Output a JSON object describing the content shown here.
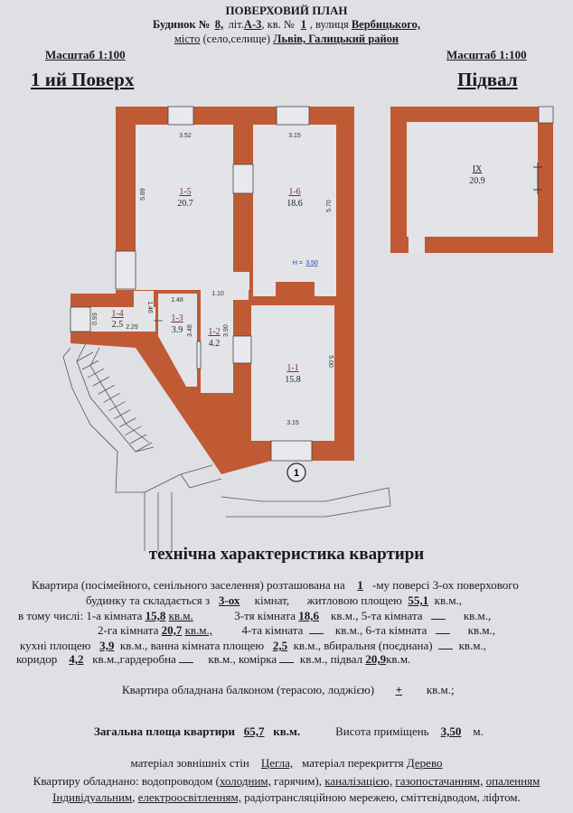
{
  "header": {
    "title": "ПОВЕРХОВИЙ ПЛАН",
    "house_label": "Будинок №",
    "house_no": "8,",
    "lit_label": "літ.",
    "lit": "А-3",
    "apt_label": ", кв. №",
    "apt_no": "1",
    "street_label": ", вулиця",
    "street": "Вербицького,",
    "city_label": "місто",
    "city_note": "(село,селище)",
    "city": "Львів, Галицький  район"
  },
  "left_plan": {
    "scale": "Масштаб 1:100",
    "title": "1 ий Поверх"
  },
  "right_plan": {
    "scale": "Масштаб 1:100",
    "title": "Підвал"
  },
  "plan": {
    "rooms": [
      {
        "id": "1-5",
        "area": "20.7"
      },
      {
        "id": "1-6",
        "area": "18.6"
      },
      {
        "id": "1-4",
        "area": "2.5"
      },
      {
        "id": "1-3",
        "area": "3.9"
      },
      {
        "id": "1-2",
        "area": "4.2"
      },
      {
        "id": "1-1",
        "area": "15.8"
      },
      {
        "id": "IX",
        "area": "20.9"
      }
    ],
    "dims": [
      "3.52",
      "3.15",
      "5.89",
      "5.70",
      "1.48",
      "1.10",
      "0.93",
      "1.46",
      "2.29",
      "3.48",
      "3.90",
      "5.00",
      "3.15"
    ],
    "height_label": "H = ",
    "height_value": "3.50",
    "entrance_marker": "1"
  },
  "spec": {
    "title": "технічна характеристика квартири",
    "l1a": "Квартира (посімейного, сенільного заселення) розташована на",
    "floor": "1",
    "l1b": "-му  поверсі 3-ох поверхового",
    "l2a": "будинку та складається з",
    "rooms_count": "3-ох",
    "l2b": "кімнат,",
    "l2c": "житловою площею",
    "living_area": "55,1",
    "unit": "кв.м.,",
    "l3a": "в тому числі:  1-а кімната",
    "room1": "15,8",
    "unit_r1": "кв.м.",
    "l3b": "3-тя кімната",
    "room3": "18,6",
    "l3c": "кв.м.,   5-та кімната",
    "l4a": "2-га кімната",
    "room2": "20,7",
    "unit_r2": "кв.м.,",
    "l4b": "4-та кімната",
    "l4c": "кв.м.,  6-та кімната",
    "l5a": "кухні площею",
    "kitchen": "3,9",
    "l5b": "кв.м.,  ванна кімната площею",
    "bathroom": "2,5",
    "l5c": "кв.м., вбиральня (поєднана)",
    "l6a": "коридор",
    "corridor": "4,2",
    "l6b": "кв.м.,гардеробна",
    "l6c": "кв.м.,  комірка",
    "l6d": "кв.м., підвал",
    "basement": "20,9",
    "unit_b": "кв.м.",
    "balcony_label": "Квартира обладнана балконом (терасою, лоджією)",
    "balcony": "+",
    "unit_balc": "кв.м.;",
    "total_label": "Загальна площа квартири",
    "total": "65,7",
    "total_unit": "кв.м.",
    "height_label": "Висота приміщень",
    "height": "3,50",
    "height_unit": "м.",
    "walls_label": "матеріал зовнішніх стін",
    "walls": "Цегла,",
    "floor_mat_label": "матеріал перекриття",
    "floor_mat": "Дерево",
    "eq_label": "Квартиру обладнано: водопроводом (",
    "eq_cold": "холодним,",
    "eq_hot": " гарячим),",
    "eq_sewer": "каналізацією,",
    "eq_gas": "газопостачанням,",
    "eq_heat": "опаленням",
    "eq_indiv": "Індивідуальним",
    "eq_elec": "електроосвітленням,",
    "eq_rest": " радіотрансляційною мережею, сміттєвідводом, ліфтом."
  },
  "colors": {
    "wall": "#c05a35",
    "paper": "#dfe0e4",
    "ink": "#1a1a1a",
    "dim_blue": "#1f3fa8"
  }
}
